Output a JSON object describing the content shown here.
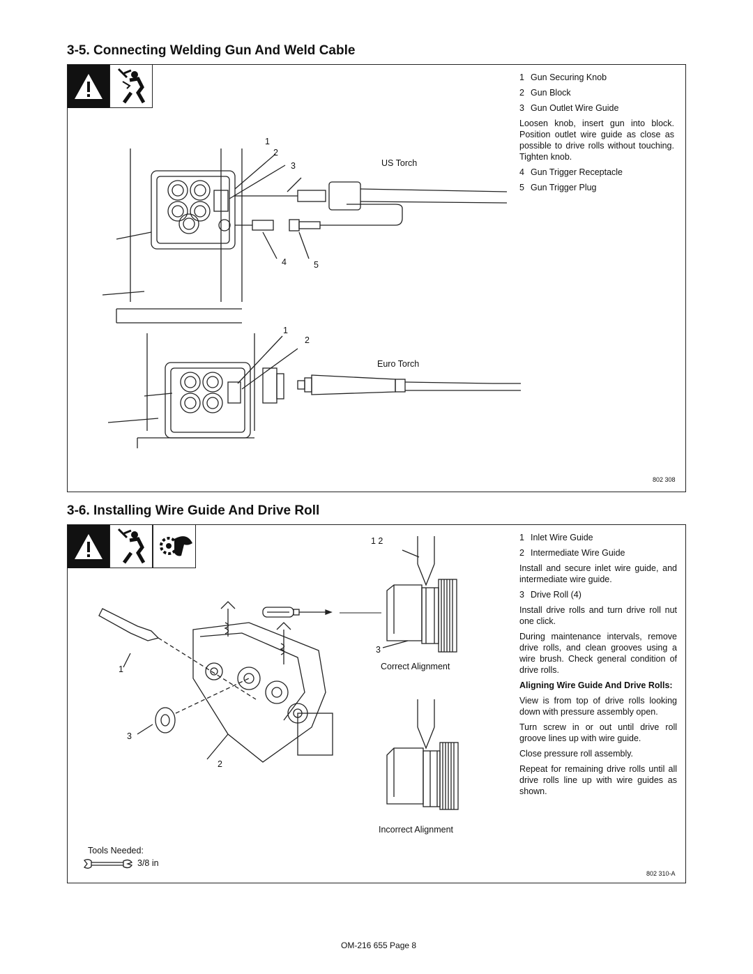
{
  "section1": {
    "heading": "3-5.   Connecting Welding Gun And Weld Cable",
    "items": [
      {
        "num": "1",
        "text": "Gun Securing Knob"
      },
      {
        "num": "2",
        "text": "Gun Block"
      },
      {
        "num": "3",
        "text": "Gun Outlet Wire Guide"
      }
    ],
    "paragraph": "Loosen knob, insert gun into block. Position outlet wire guide as close as possible to drive rolls without touching. Tighten knob.",
    "items2": [
      {
        "num": "4",
        "text": "Gun Trigger Receptacle"
      },
      {
        "num": "5",
        "text": "Gun Trigger Plug"
      }
    ],
    "us_torch_label": "US Torch",
    "euro_torch_label": "Euro Torch",
    "callouts_us": [
      "1",
      "2",
      "3",
      "4",
      "5"
    ],
    "callouts_euro": [
      "1",
      "2"
    ],
    "figure_code": "802 308"
  },
  "section2": {
    "heading": "3-6.   Installing Wire Guide And Drive Roll",
    "items": [
      {
        "num": "1",
        "text": "Inlet Wire Guide"
      },
      {
        "num": "2",
        "text": "Intermediate Wire Guide"
      }
    ],
    "para1": "Install and secure inlet wire guide, and intermediate wire guide.",
    "item3": {
      "num": "3",
      "text": "Drive Roll (4)"
    },
    "para2": "Install drive rolls and turn drive roll nut one click.",
    "para3": "During maintenance intervals, remove drive rolls, and clean grooves using a wire brush. Check general condition of drive rolls.",
    "subheading": "Aligning Wire Guide And Drive Rolls:",
    "para4": "View is from top of drive rolls looking down with pressure assembly open.",
    "para5": "Turn screw in or out until drive roll groove lines up with wire guide.",
    "para6": "Close pressure roll assembly.",
    "para7": "Repeat for remaining drive rolls until all drive rolls line up with wire guides as shown.",
    "correct_label": "Correct Alignment",
    "incorrect_label": "Incorrect Alignment",
    "tools_label": "Tools Needed:",
    "tool_size": "3/8 in",
    "callouts_left": [
      "1",
      "3",
      "2"
    ],
    "callouts_right": [
      "1 2",
      "3"
    ],
    "figure_code": "802 310-A"
  },
  "footer": "OM-216 655 Page 8"
}
